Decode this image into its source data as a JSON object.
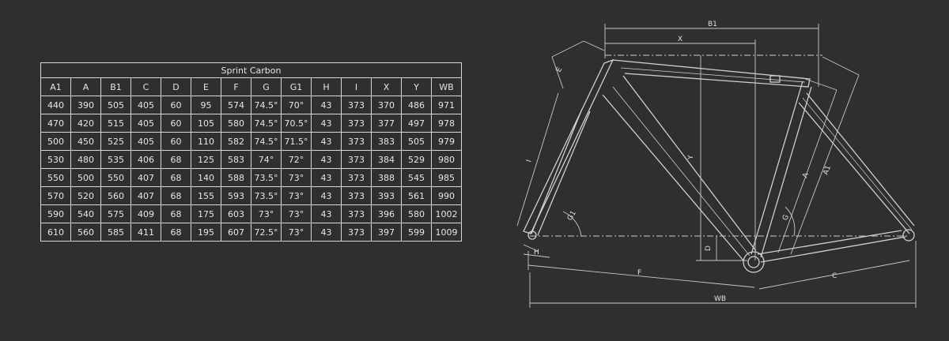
{
  "table": {
    "title": "Sprint Carbon",
    "columns": [
      "A1",
      "A",
      "B1",
      "C",
      "D",
      "E",
      "F",
      "G",
      "G1",
      "H",
      "I",
      "X",
      "Y",
      "WB"
    ],
    "rows": [
      [
        "440",
        "390",
        "505",
        "405",
        "60",
        "95",
        "574",
        "74.5°",
        "70°",
        "43",
        "373",
        "370",
        "486",
        "971"
      ],
      [
        "470",
        "420",
        "515",
        "405",
        "60",
        "105",
        "580",
        "74.5°",
        "70.5°",
        "43",
        "373",
        "377",
        "497",
        "978"
      ],
      [
        "500",
        "450",
        "525",
        "405",
        "60",
        "110",
        "582",
        "74.5°",
        "71.5°",
        "43",
        "373",
        "383",
        "505",
        "979"
      ],
      [
        "530",
        "480",
        "535",
        "406",
        "68",
        "125",
        "583",
        "74°",
        "72°",
        "43",
        "373",
        "384",
        "529",
        "980"
      ],
      [
        "550",
        "500",
        "550",
        "407",
        "68",
        "140",
        "588",
        "73.5°",
        "73°",
        "43",
        "373",
        "388",
        "545",
        "985"
      ],
      [
        "570",
        "520",
        "560",
        "407",
        "68",
        "155",
        "593",
        "73.5°",
        "73°",
        "43",
        "373",
        "393",
        "561",
        "990"
      ],
      [
        "590",
        "540",
        "575",
        "409",
        "68",
        "175",
        "603",
        "73°",
        "73°",
        "43",
        "373",
        "396",
        "580",
        "1002"
      ],
      [
        "610",
        "560",
        "585",
        "411",
        "68",
        "195",
        "607",
        "72.5°",
        "73°",
        "43",
        "373",
        "397",
        "599",
        "1009"
      ]
    ]
  },
  "diagram": {
    "labels": {
      "b1": "B1",
      "x": "X",
      "e": "E",
      "y": "Y",
      "a1": "A1",
      "a": "A",
      "i": "I",
      "g1": "G1",
      "g": "G",
      "d": "D",
      "h": "H",
      "f": "F",
      "c": "C",
      "wb": "WB"
    },
    "colors": {
      "line": "#d0d0d0",
      "background": "#2f2f2f"
    }
  }
}
